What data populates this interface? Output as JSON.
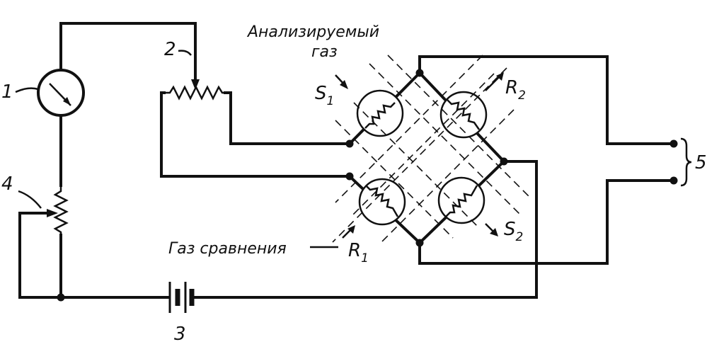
{
  "labels": {
    "meter_num": "1",
    "pot_num": "2",
    "battery_num": "3",
    "rheostat_num": "4",
    "output_num": "5",
    "analyzed_gas_line1": "Анализируемый",
    "analyzed_gas_line2": "газ",
    "reference_gas": "Газ сравнения",
    "s1": "S",
    "s1_sub": "1",
    "s2": "S",
    "s2_sub": "2",
    "r1": "R",
    "r1_sub": "1",
    "r2": "R",
    "r2_sub": "2"
  }
}
